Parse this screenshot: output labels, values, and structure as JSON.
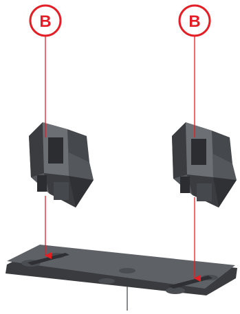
{
  "callouts": [
    {
      "id": "left",
      "label": "B"
    },
    {
      "id": "right",
      "label": "B"
    }
  ],
  "colors": {
    "accent": "#e31e24",
    "part_dark": "#3a3c3f",
    "part_mid": "#54575b",
    "part_light": "#6c7074",
    "plate_top": "#5e6266",
    "plate_edge": "#393b3e",
    "background": "#ffffff"
  },
  "icons": {
    "bracket": "clip-bracket-part",
    "plate": "base-plate-part",
    "arrow": "insertion-arrow"
  }
}
